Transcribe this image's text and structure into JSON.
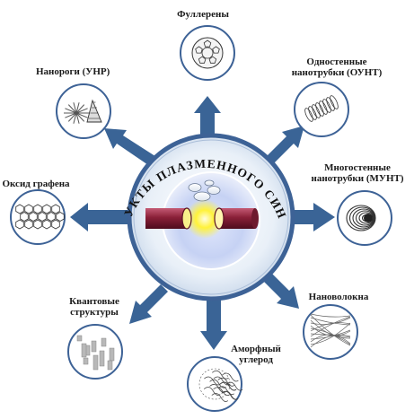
{
  "center": {
    "title": "ПРОДУКТЫ ПЛАЗМЕННОГО СИНТЕЗА",
    "colors": {
      "disk_edge": "#3d6296",
      "disk_fill": "#e6eef7",
      "tube": "#7a1830",
      "glow": "#fff23a",
      "plasma": "#b3c3ee"
    }
  },
  "arrow_color": "#3a6496",
  "products": [
    {
      "id": "fullerenes",
      "lines": [
        "Фуллерены"
      ],
      "icon": "fullerene-icon"
    },
    {
      "id": "swcnt",
      "lines": [
        "Одностенные",
        "нанотрубки (ОУНТ)"
      ],
      "icon": "single-wall-nanotube-icon"
    },
    {
      "id": "mwcnt",
      "lines": [
        "Многостенные",
        "нанотрубки (МУНТ)"
      ],
      "icon": "multi-wall-nanotube-icon"
    },
    {
      "id": "nanofibers",
      "lines": [
        "Нановолокна"
      ],
      "icon": "nanofiber-icon"
    },
    {
      "id": "amorphous",
      "lines": [
        "Аморфный",
        "углерод"
      ],
      "icon": "amorphous-carbon-icon"
    },
    {
      "id": "quantum",
      "lines": [
        "Квантовые",
        "структуры"
      ],
      "icon": "quantum-structure-icon"
    },
    {
      "id": "graphene",
      "lines": [
        "Оксид графена"
      ],
      "icon": "graphene-oxide-icon"
    },
    {
      "id": "nanohorns",
      "lines": [
        "Нанороги (УНР)"
      ],
      "icon": "nanohorn-icon"
    }
  ]
}
